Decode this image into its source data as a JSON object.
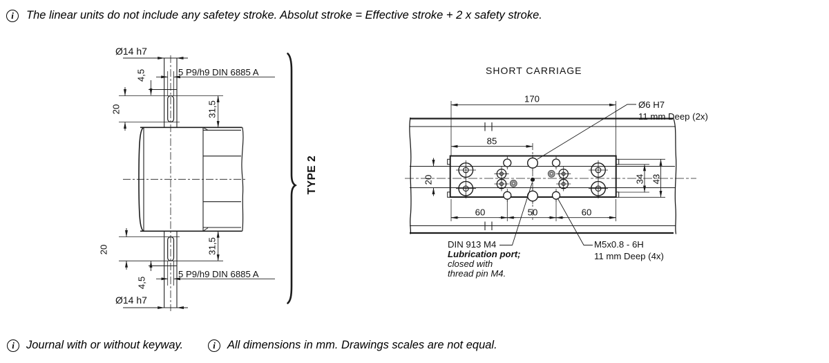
{
  "notes": {
    "icon": "i",
    "stroke": "The linear units do not include any safetey stroke. Absolut stroke = Effective stroke + 2 x safety stroke.",
    "journal": "Journal with or without keyway.",
    "units": "All dimensions in mm. Drawings scales are not equal."
  },
  "shaft_view": {
    "group_label": "TYPE 2",
    "diameter": "Ø14 h7",
    "keyway_spec": "5 P9/h9 DIN 6885 A",
    "keyway_offset": "4,5",
    "keyway_length": "20",
    "journal_length": "31,5"
  },
  "carriage_view": {
    "title": "SHORT CARRIAGE",
    "total_length": "170",
    "half_length": "85",
    "rail_width": "20",
    "hole_rows_inner": "34",
    "hole_rows_outer": "43",
    "pitch_left": "60",
    "pitch_center": "50",
    "pitch_right": "60",
    "dowel_hole": {
      "line1": "Ø6 H7",
      "line2": "11 mm Deep (2x)"
    },
    "lube_port": {
      "line1": "DIN 913 M4",
      "line2": "Lubrication port;",
      "line3": "closed with",
      "line4": "thread pin M4."
    },
    "thread_hole": {
      "line1": "M5x0.8 - 6H",
      "line2": "11 mm Deep (4x)"
    }
  },
  "colors": {
    "line": "#1c1c1c",
    "gray_fill": "#9c9c9c",
    "background": "#ffffff"
  }
}
